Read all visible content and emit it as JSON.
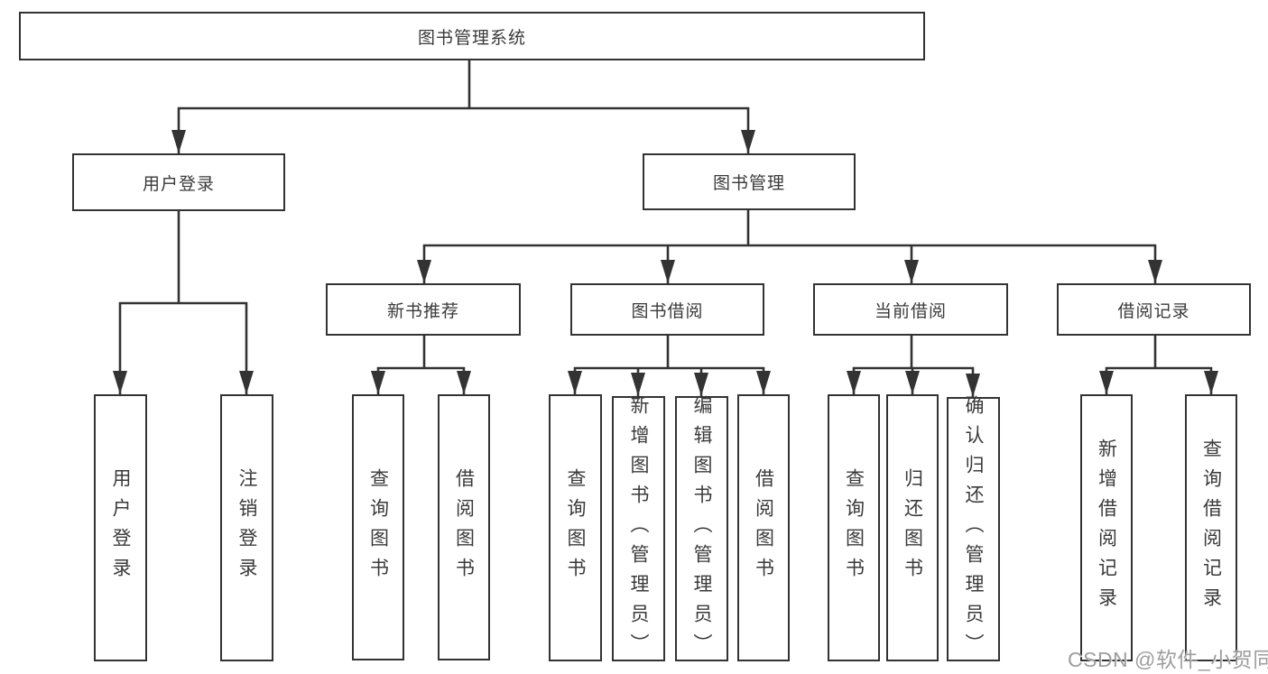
{
  "colors": {
    "line": "#333333",
    "text": "#3a3a3a",
    "box_bg": "#ffffff",
    "watermark": "#9e9e9e"
  },
  "watermark": {
    "text": "CSDN @软件_小贺同学"
  },
  "tree": {
    "label": "图书管理系统",
    "children": [
      {
        "label": "用户登录",
        "children": [
          {
            "label": "用户登录"
          },
          {
            "label": "注销登录"
          }
        ]
      },
      {
        "label": "图书管理",
        "children": [
          {
            "label": "新书推荐",
            "children": [
              {
                "label": "查询图书"
              },
              {
                "label": "借阅图书"
              }
            ]
          },
          {
            "label": "图书借阅",
            "children": [
              {
                "label": "查询图书"
              },
              {
                "label": "新增图书（管理员）"
              },
              {
                "label": "编辑图书（管理员）"
              },
              {
                "label": "借阅图书"
              }
            ]
          },
          {
            "label": "当前借阅",
            "children": [
              {
                "label": "查询图书"
              },
              {
                "label": "归还图书"
              },
              {
                "label": "确认归还（管理员）"
              }
            ]
          },
          {
            "label": "借阅记录",
            "children": [
              {
                "label": "新增借阅记录"
              },
              {
                "label": "查询借阅记录"
              }
            ]
          }
        ]
      }
    ]
  }
}
